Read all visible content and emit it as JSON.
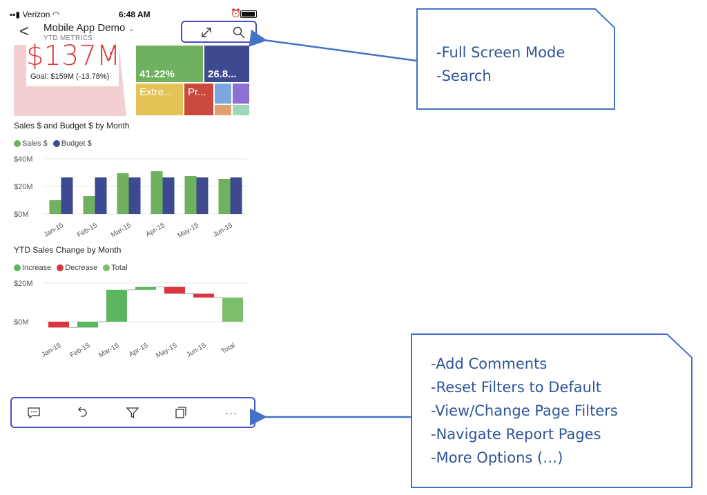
{
  "status_bar": {
    "carrier": "Verizon",
    "time": "6:48 AM"
  },
  "header": {
    "back_glyph": "<",
    "title": "Mobile App Demo",
    "title_caret": "⌄",
    "subtitle": "YTD METRICS"
  },
  "icons": {
    "fullscreen": "fullscreen-icon",
    "search": "search-icon"
  },
  "kpi": {
    "value": "$137M",
    "alert": "!",
    "goal": "Goal: $159M (-13.78%)"
  },
  "treemap": {
    "tiles": [
      {
        "label": "41.22%",
        "color": "#6fb15e"
      },
      {
        "label": "26.8...",
        "color": "#3d4a8f"
      },
      {
        "label": "Extre...",
        "color": "#e3c256"
      },
      {
        "label": "Pr...",
        "color": "#c94a3c"
      },
      {
        "label": "",
        "color": "#7aa7e0"
      },
      {
        "label": "",
        "color": "#8e6fd3"
      },
      {
        "label": "",
        "color": "#e0a070"
      },
      {
        "label": "",
        "color": "#9fd8b8"
      }
    ]
  },
  "chart_data": [
    {
      "type": "bar",
      "title": "Sales $ and Budget $ by Month",
      "categories": [
        "Jan-15",
        "Feb-15",
        "Mar-15",
        "Apr-15",
        "May-15",
        "Jun-15"
      ],
      "series": [
        {
          "name": "Sales $",
          "color": "#6fb15e",
          "values": [
            10,
            13,
            29.5,
            31,
            27.5,
            25.5
          ]
        },
        {
          "name": "Budget $",
          "color": "#3d4a8f",
          "values": [
            26.5,
            26.5,
            26.5,
            26.5,
            26.5,
            26.5
          ]
        }
      ],
      "y_ticks": [
        "$40M",
        "$20M",
        "$0M"
      ],
      "ylim": [
        0,
        40
      ],
      "legend_position": "top-left",
      "grid": true
    },
    {
      "type": "waterfall",
      "title": "YTD Sales Change by Month",
      "categories": [
        "Jan-15",
        "Feb-15",
        "Mar-15",
        "Apr-15",
        "May-15",
        "Jun-15",
        "Total"
      ],
      "steps": [
        {
          "category": "Jan-15",
          "start": 0,
          "end": -3,
          "kind": "Decrease"
        },
        {
          "category": "Feb-15",
          "start": -3,
          "end": 0,
          "kind": "Increase"
        },
        {
          "category": "Mar-15",
          "start": 0,
          "end": 16.5,
          "kind": "Increase"
        },
        {
          "category": "Apr-15",
          "start": 16.5,
          "end": 18,
          "kind": "Increase"
        },
        {
          "category": "May-15",
          "start": 18,
          "end": 14.5,
          "kind": "Decrease"
        },
        {
          "category": "Jun-15",
          "start": 14.5,
          "end": 12.5,
          "kind": "Decrease"
        },
        {
          "category": "Total",
          "start": 0,
          "end": 12.5,
          "kind": "Total"
        }
      ],
      "series": [
        {
          "name": "Increase",
          "color": "#5bb65f"
        },
        {
          "name": "Decrease",
          "color": "#d9363e"
        },
        {
          "name": "Total",
          "color": "#7cbf6a"
        }
      ],
      "y_ticks": [
        "$20M",
        "$0M"
      ],
      "ylim": [
        -5,
        20
      ],
      "legend_position": "top-left",
      "grid": true
    }
  ],
  "toolbar": {
    "buttons": [
      {
        "icon": "comment-icon"
      },
      {
        "icon": "reset-icon"
      },
      {
        "icon": "filter-icon"
      },
      {
        "icon": "pages-icon"
      },
      {
        "icon": "more-icon",
        "glyph": "···"
      }
    ]
  },
  "callouts": {
    "top": [
      "-Full Screen Mode",
      "-Search"
    ],
    "bottom": [
      "-Add Comments",
      "-Reset Filters to Default",
      "-View/Change Page Filters",
      "-Navigate Report Pages",
      "-More Options (…)"
    ]
  },
  "colors": {
    "annotation_border": "#4a4cc4",
    "callout_text": "#2f5597",
    "kpi_red": "#e0363b"
  }
}
